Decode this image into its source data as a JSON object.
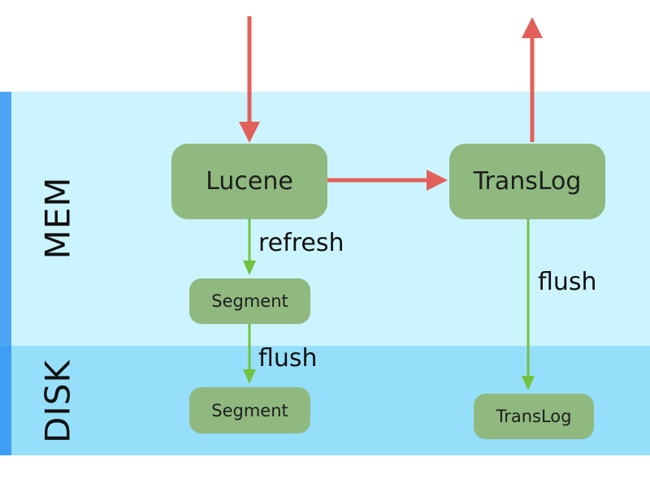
{
  "colors": {
    "mem_region": "#ccf4fe",
    "disk_region": "#96dffa",
    "side_bar_mem": "#4da6f5",
    "side_bar_disk": "#3c9ff4",
    "box_fill": "#8fb97f",
    "red_arrow": "#e2605a",
    "green_arrow": "#73c23f"
  },
  "regions": {
    "mem": {
      "label": "MEM"
    },
    "disk": {
      "label": "DISK"
    }
  },
  "nodes": {
    "lucene": {
      "label": "Lucene"
    },
    "translog": {
      "label": "TransLog"
    },
    "segment_mem": {
      "label": "Segment"
    },
    "segment_disk": {
      "label": "Segment"
    },
    "translog_disk": {
      "label": "TransLog"
    }
  },
  "edges": {
    "refresh": {
      "label": "refresh"
    },
    "flush_segment": {
      "label": "flush"
    },
    "flush_translog": {
      "label": "flush"
    }
  }
}
